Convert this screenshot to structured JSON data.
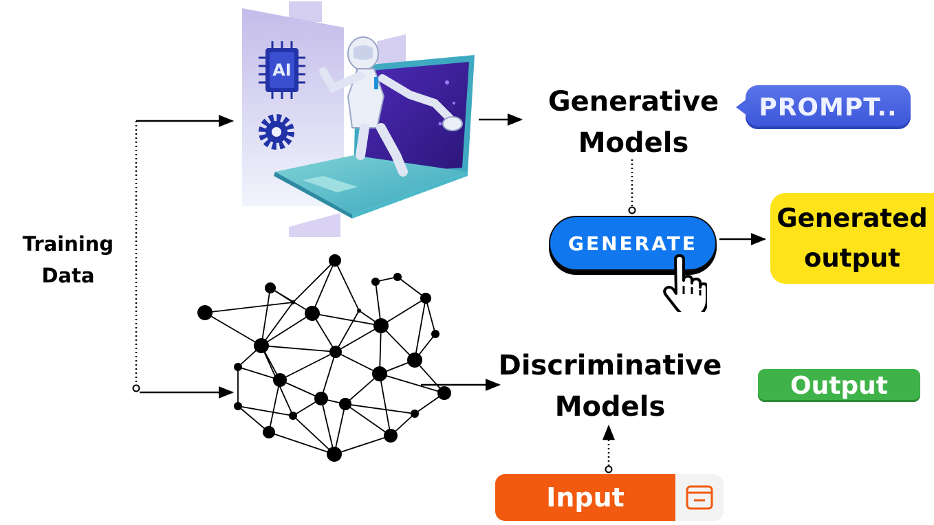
{
  "labels": {
    "training": [
      "Training",
      "Data"
    ],
    "generative": [
      "Generative",
      "Models"
    ],
    "discriminative": [
      "Discriminative",
      "Models"
    ]
  },
  "buttons": {
    "prompt": "PROMPT..",
    "generate": "GENERATE",
    "generated_output": [
      "Generated",
      "output"
    ],
    "output": "Output",
    "input": "Input"
  },
  "illustration": {
    "chip": "AI"
  },
  "colors": {
    "prompt": "#4b66e2",
    "generate": "#1177ee",
    "generated_output": "#fee31a",
    "output": "#3fb34a",
    "input": "#f15a0f"
  }
}
